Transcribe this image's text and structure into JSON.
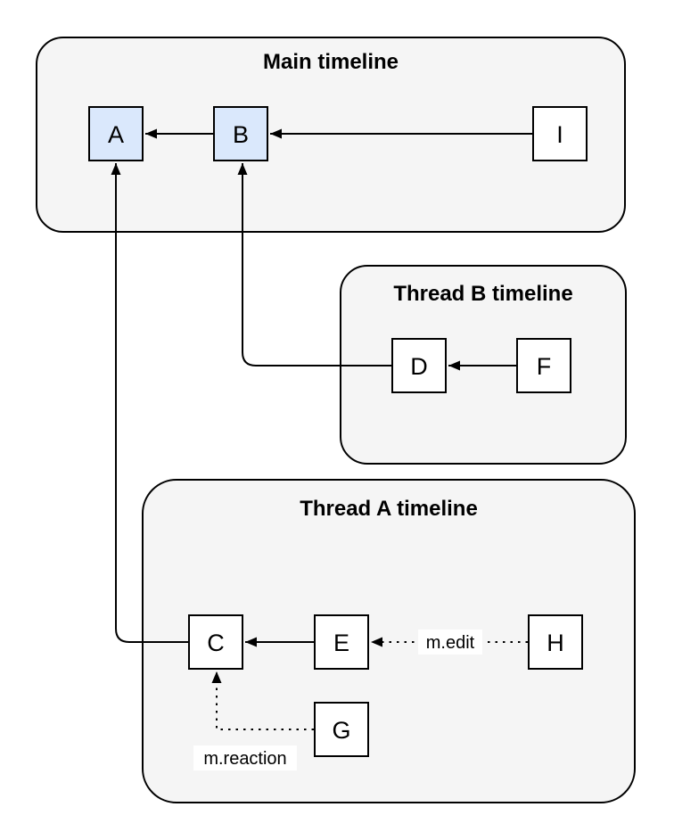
{
  "diagram": {
    "containers": {
      "main": {
        "title": "Main timeline"
      },
      "threadB": {
        "title": "Thread B timeline"
      },
      "threadA": {
        "title": "Thread A timeline"
      }
    },
    "nodes": {
      "A": {
        "label": "A",
        "highlighted": true,
        "container": "main"
      },
      "B": {
        "label": "B",
        "highlighted": true,
        "container": "main"
      },
      "I": {
        "label": "I",
        "highlighted": false,
        "container": "main"
      },
      "D": {
        "label": "D",
        "highlighted": false,
        "container": "threadB"
      },
      "F": {
        "label": "F",
        "highlighted": false,
        "container": "threadB"
      },
      "C": {
        "label": "C",
        "highlighted": false,
        "container": "threadA"
      },
      "E": {
        "label": "E",
        "highlighted": false,
        "container": "threadA"
      },
      "H": {
        "label": "H",
        "highlighted": false,
        "container": "threadA"
      },
      "G": {
        "label": "G",
        "highlighted": false,
        "container": "threadA"
      }
    },
    "edges": [
      {
        "from": "B",
        "to": "A",
        "style": "solid",
        "label": ""
      },
      {
        "from": "I",
        "to": "B",
        "style": "solid",
        "label": ""
      },
      {
        "from": "F",
        "to": "D",
        "style": "solid",
        "label": ""
      },
      {
        "from": "D",
        "to": "B",
        "style": "solid",
        "label": ""
      },
      {
        "from": "E",
        "to": "C",
        "style": "solid",
        "label": ""
      },
      {
        "from": "C",
        "to": "A",
        "style": "solid",
        "label": ""
      },
      {
        "from": "H",
        "to": "E",
        "style": "dotted",
        "label": "m.edit"
      },
      {
        "from": "G",
        "to": "C",
        "style": "dotted",
        "label": "m.reaction"
      }
    ],
    "edge_labels": {
      "edit": "m.edit",
      "reaction": "m.reaction"
    },
    "colors": {
      "container_fill": "#f5f5f5",
      "container_stroke": "#000000",
      "node_fill_highlight": "#dae8fc",
      "node_fill_default": "#ffffff",
      "node_stroke": "#000000",
      "edge_color": "#000000",
      "label_bg": "#ffffff"
    }
  }
}
